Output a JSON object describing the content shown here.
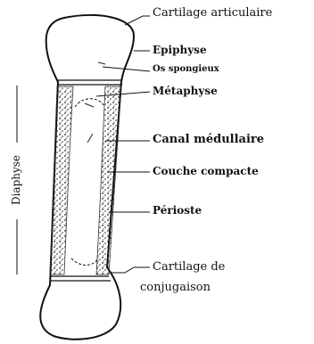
{
  "diagram": {
    "labels": {
      "cartilage_articulaire": "Cartilage articulaire",
      "epiphyse": "Epiphyse",
      "os_spongieux": "Os spongieux",
      "metaphyse": "Métaphyse",
      "canal_medullaire": "Canal médullaire",
      "couche_compacte": "Couche compacte",
      "perioste": "Périoste",
      "cartilage_conjugaison_line1": "Cartilage de",
      "cartilage_conjugaison_line2": "conjugaison",
      "diaphyse": "Diaphyse"
    }
  }
}
